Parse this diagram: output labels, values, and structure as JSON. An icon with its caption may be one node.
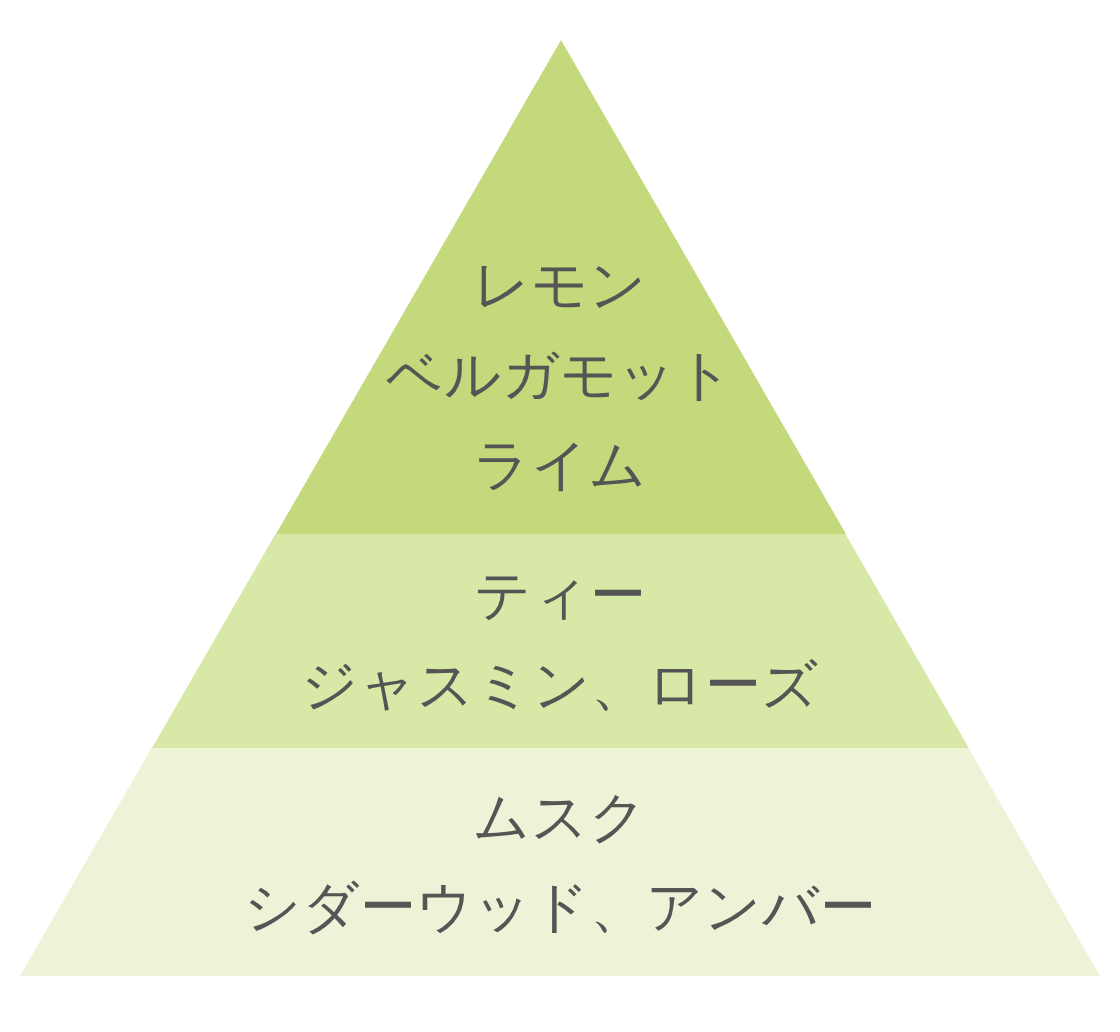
{
  "diagram": {
    "nodes": [
      {
        "text": [
          "レモン",
          "ベルガモット",
          "ライム"
        ]
      },
      {
        "text": [
          "ティー",
          "ジャスミン、ローズ"
        ]
      },
      {
        "text": [
          "ムスク",
          "シダーウッド、アンバー"
        ]
      }
    ]
  }
}
